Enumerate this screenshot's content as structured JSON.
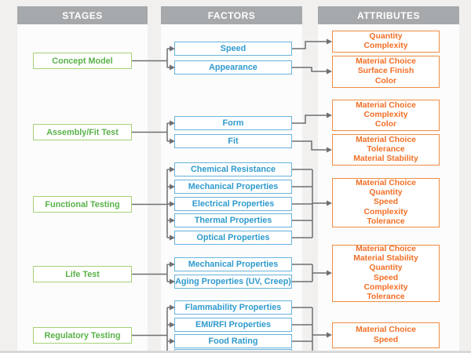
{
  "headers": {
    "stages": "STAGES",
    "factors": "FACTORS",
    "attributes": "ATTRIBUTES"
  },
  "colors": {
    "page_background": "#f1f0ef",
    "column_background": "#fcfcfc",
    "header_bar": "#a6a9ab",
    "header_text": "#ffffff",
    "stage_green": "#58b247",
    "stage_border": "#a6d177",
    "factor_blue": "#2e9ace",
    "factor_border": "#69b3dc",
    "attribute_orange": "#f26f26",
    "attribute_border": "#ef8c42",
    "connector_gray": "#6e6f72",
    "bottom_band": "#d8d8d8"
  },
  "stages": [
    {
      "label": "Concept Model"
    },
    {
      "label": "Assembly/Fit Test"
    },
    {
      "label": "Functional Testing"
    },
    {
      "label": "Life Test"
    },
    {
      "label": "Regulatory Testing"
    }
  ],
  "factors": [
    {
      "label": "Speed"
    },
    {
      "label": "Appearance"
    },
    {
      "label": "Form"
    },
    {
      "label": "Fit"
    },
    {
      "label": "Chemical Resistance"
    },
    {
      "label": "Mechanical Properties"
    },
    {
      "label": "Electrical Properties"
    },
    {
      "label": "Thermal Properties"
    },
    {
      "label": "Optical Properties"
    },
    {
      "label": "Mechanical Properties"
    },
    {
      "label": "Aging Properties (UV, Creep)"
    },
    {
      "label": "Flammability Properties"
    },
    {
      "label": "EMI/RFI Properties"
    },
    {
      "label": "Food Rating"
    },
    {
      "label": ""
    }
  ],
  "attributes": [
    {
      "label": "Quantity\nComplexity"
    },
    {
      "label": "Material Choice\nSurface Finish\nColor"
    },
    {
      "label": "Material Choice\nComplexity\nColor"
    },
    {
      "label": "Material Choice\nTolerance\nMaterial Stability"
    },
    {
      "label": "Material Choice\nQuantity\nSpeed\nComplexity\nTolerance"
    },
    {
      "label": "Material Choice\nMaterial Stability\nQuantity\nSpeed\nComplexity\nTolerance"
    },
    {
      "label": "Material Choice\nSpeed"
    }
  ],
  "groups": [
    {
      "stage": 0,
      "factors": [
        0,
        1
      ],
      "attributes": [
        0,
        1
      ],
      "mapping": "one-to-one"
    },
    {
      "stage": 1,
      "factors": [
        2,
        3
      ],
      "attributes": [
        2,
        3
      ],
      "mapping": "one-to-one"
    },
    {
      "stage": 2,
      "factors": [
        4,
        5,
        6,
        7,
        8
      ],
      "attributes": [
        4
      ],
      "mapping": "merged"
    },
    {
      "stage": 3,
      "factors": [
        9,
        10
      ],
      "attributes": [
        5
      ],
      "mapping": "merged"
    },
    {
      "stage": 4,
      "factors": [
        11,
        12,
        13,
        14
      ],
      "attributes": [
        6
      ],
      "mapping": "merged"
    }
  ]
}
